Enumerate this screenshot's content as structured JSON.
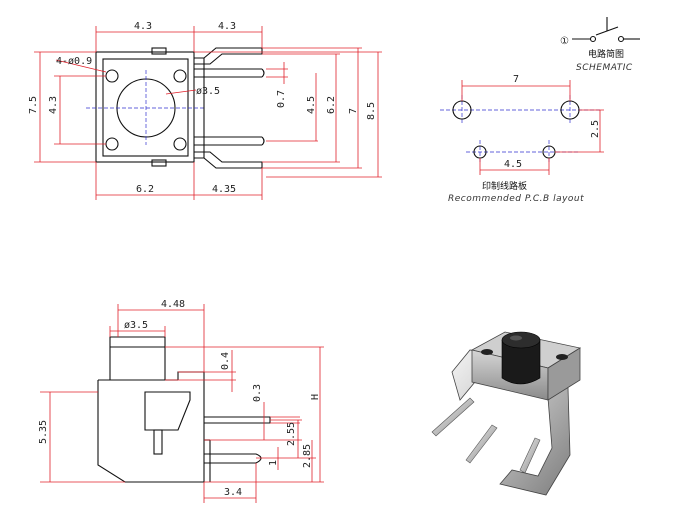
{
  "top_view": {
    "dims": {
      "width_left": "4.3",
      "width_right": "4.3",
      "holes": "4-ø0.9",
      "actuator": "ø3.5",
      "height_body": "7.5",
      "height_inner": "4.3",
      "lead_width": "0.7",
      "lead_pitch_a": "4.5",
      "lead_pitch_b": "6.2",
      "lead_pitch_c": "7",
      "overall": "8.5",
      "body_width": "6.2",
      "lead_length": "4.35"
    }
  },
  "schematic": {
    "terminal": "①",
    "title_cn": "电路简图",
    "title_en": "SCHEMATIC"
  },
  "pcb_layout": {
    "dims": {
      "outer_pitch": "7",
      "row_gap": "2.5",
      "inner_pitch": "4.5"
    },
    "title_cn": "印制线路板",
    "title_en": "Recommended P.C.B layout"
  },
  "side_view": {
    "dims": {
      "depth": "4.48",
      "actuator": "ø3.5",
      "gap_a": "0.4",
      "gap_b": "0.3",
      "height_label": "H",
      "total_height": "5.35",
      "lead_a": "2.55",
      "lead_b": "2.85",
      "offset": "1",
      "base": "3.4"
    }
  }
}
